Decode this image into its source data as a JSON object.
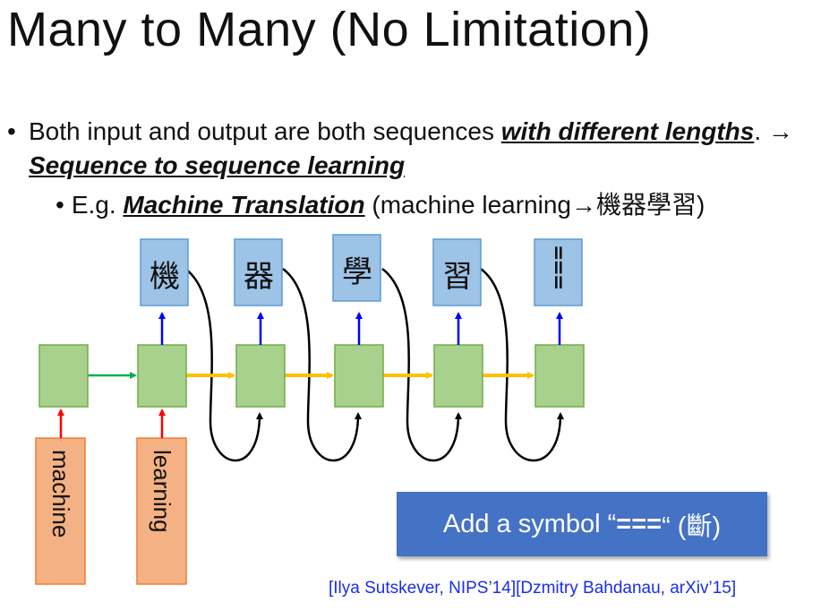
{
  "slide": {
    "title": "Many to Many (No Limitation)",
    "bullet1": {
      "dot": "•",
      "part1": "Both input and output are both sequences ",
      "emph1": "with different lengths",
      "part2": ". → ",
      "emph2": "Sequence to sequence learning"
    },
    "bullet2": {
      "dot": "•",
      "part1": "E.g. ",
      "emph1": "Machine Translation",
      "part2": " (machine learning→機器學習)"
    },
    "annotation": {
      "pre": "Add a symbol “",
      "symbol": "===",
      "post": "“ (斷)"
    },
    "reference": "[Ilya Sutskever, NIPS’14][Dzmitry Bahdanau, arXiv’15]"
  },
  "diagram": {
    "inputs": [
      "machine",
      "learning"
    ],
    "outputs": [
      "機",
      "器",
      "學",
      "習",
      "==="
    ],
    "colors": {
      "cell_fill": "#a9d18e",
      "cell_stroke": "#70ad47",
      "input_fill": "#f4b183",
      "input_stroke": "#ed7d31",
      "output_fill": "#9dc3e6",
      "output_stroke": "#5b9bd5",
      "arrow_red": "#ff0000",
      "arrow_blue": "#0000ff",
      "arrow_green": "#00b050",
      "arrow_yellow": "#ffc000",
      "loop_black": "#000000"
    }
  }
}
